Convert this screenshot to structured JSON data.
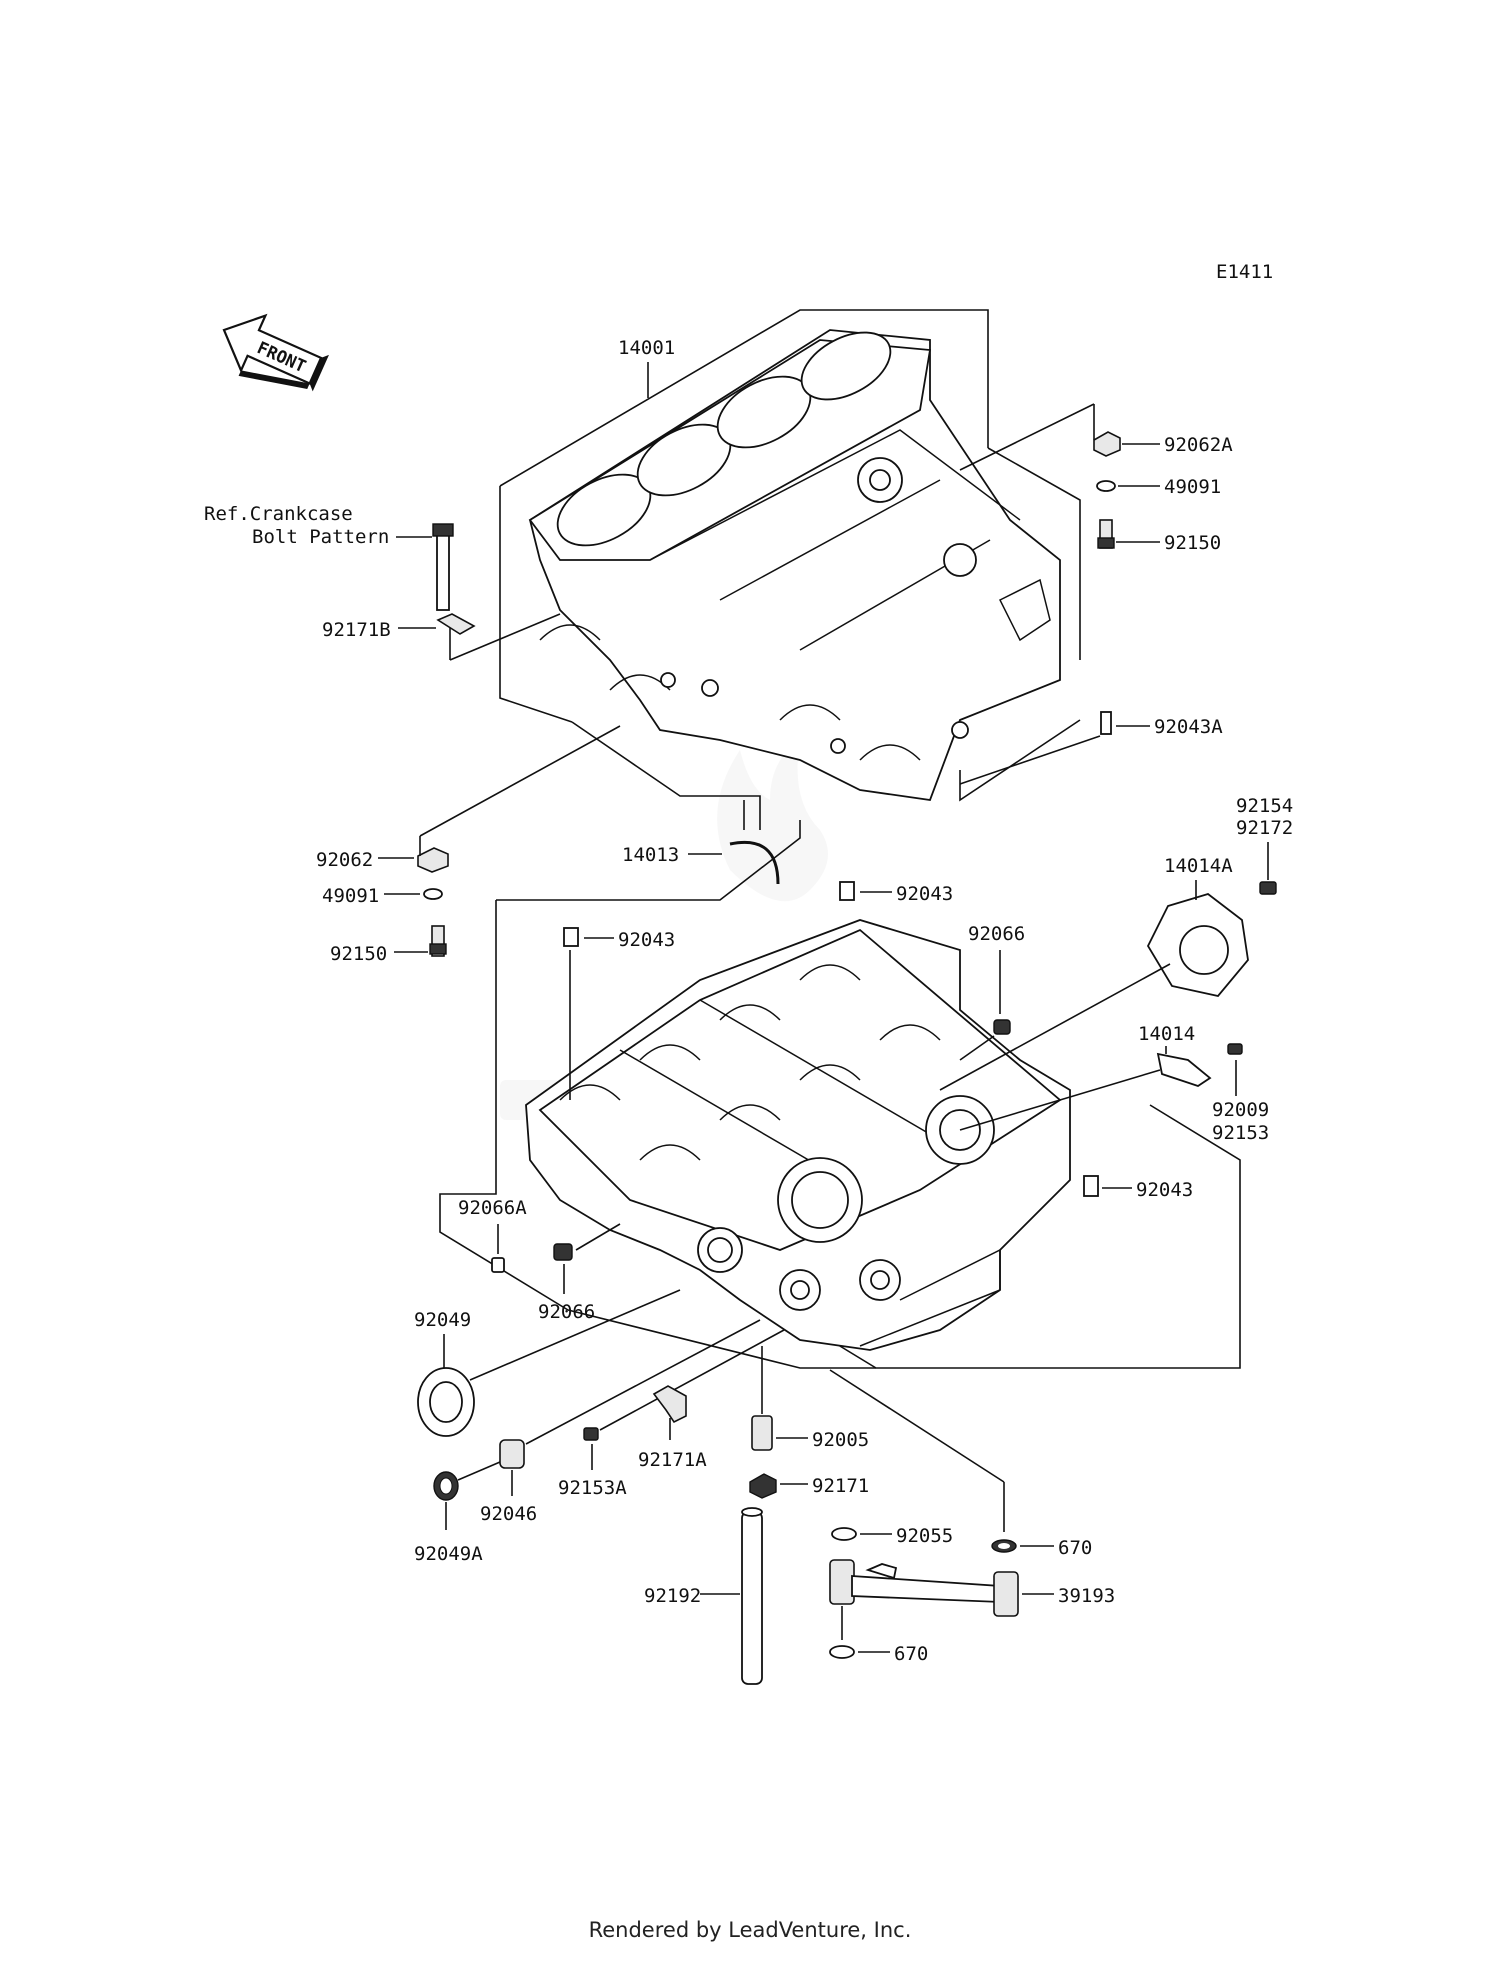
{
  "diagram_code": "E1411",
  "front_badge": "FRONT",
  "ref_note": {
    "line1": "Ref.Crankcase",
    "line2": "Bolt Pattern"
  },
  "footer": "Rendered by LeadVenture, Inc.",
  "parts": {
    "p14001": "14001",
    "p92062A": "92062A",
    "p49091_upper": "49091",
    "p92150_upper": "92150",
    "p92171B": "92171B",
    "p92043A": "92043A",
    "p14013": "14013",
    "p92062": "92062",
    "p49091_lower": "49091",
    "p92150_lower": "92150",
    "p92043_top_right": "92043",
    "p92043_top_left": "92043",
    "p92066_right": "92066",
    "p92154": "92154",
    "p92172": "92172",
    "p14014A": "14014A",
    "p14014": "14014",
    "p92009": "92009",
    "p92153": "92153",
    "p92043_right": "92043",
    "p92066A": "92066A",
    "p92066_left": "92066",
    "p92049": "92049",
    "p92005": "92005",
    "p92171A": "92171A",
    "p92153A": "92153A",
    "p92046": "92046",
    "p92171": "92171",
    "p92049A": "92049A",
    "p92055": "92055",
    "p670_upper": "670",
    "p39193": "39193",
    "p92192": "92192",
    "p670_lower": "670"
  }
}
